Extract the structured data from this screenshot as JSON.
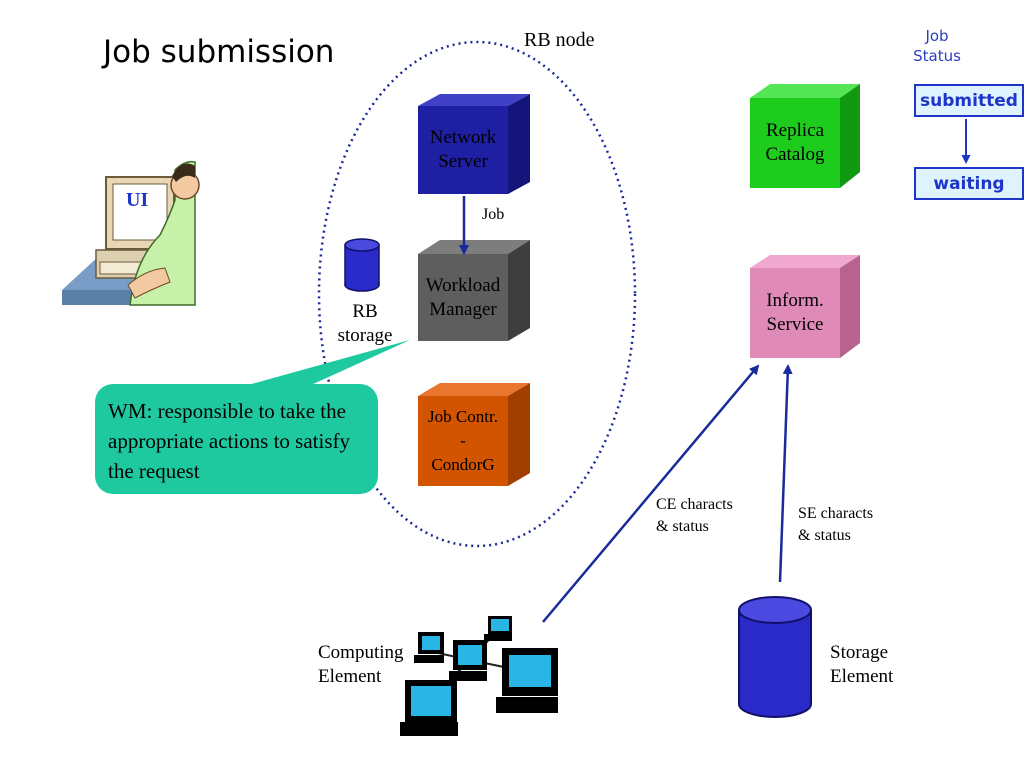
{
  "slide": {
    "title": "Job submission",
    "rb_node_label": "RB node",
    "ui_label": "UI",
    "network_server": [
      "Network",
      "Server"
    ],
    "job_arrow_label": "Job",
    "workload_manager": [
      "Workload",
      "Manager"
    ],
    "rb_storage": [
      "RB",
      "storage"
    ],
    "job_controller": [
      "Job Contr.",
      "-",
      "CondorG"
    ],
    "replica_catalog": [
      "Replica",
      "Catalog"
    ],
    "inform_service": [
      "Inform.",
      "Service"
    ],
    "callout": "WM: responsible to take the appropriate actions to satisfy the request",
    "ce_link_label": [
      "CE characts",
      "& status"
    ],
    "se_link_label": [
      "SE characts",
      "& status"
    ],
    "computing_element": [
      "Computing",
      "Element"
    ],
    "storage_element": [
      "Storage",
      "Element"
    ]
  },
  "job_status": {
    "heading": [
      "Job",
      "Status"
    ],
    "states": [
      "submitted",
      "waiting"
    ]
  },
  "colors": {
    "network_server": "#1f1fa3",
    "workload_manager": "#5e5e5e",
    "job_controller": "#d35400",
    "replica_catalog": "#1ecc1e",
    "inform_service": "#e08ab8",
    "callout": "#1fc9a0",
    "arrow": "#1a2a9a",
    "storage": "#2a2ac8"
  }
}
